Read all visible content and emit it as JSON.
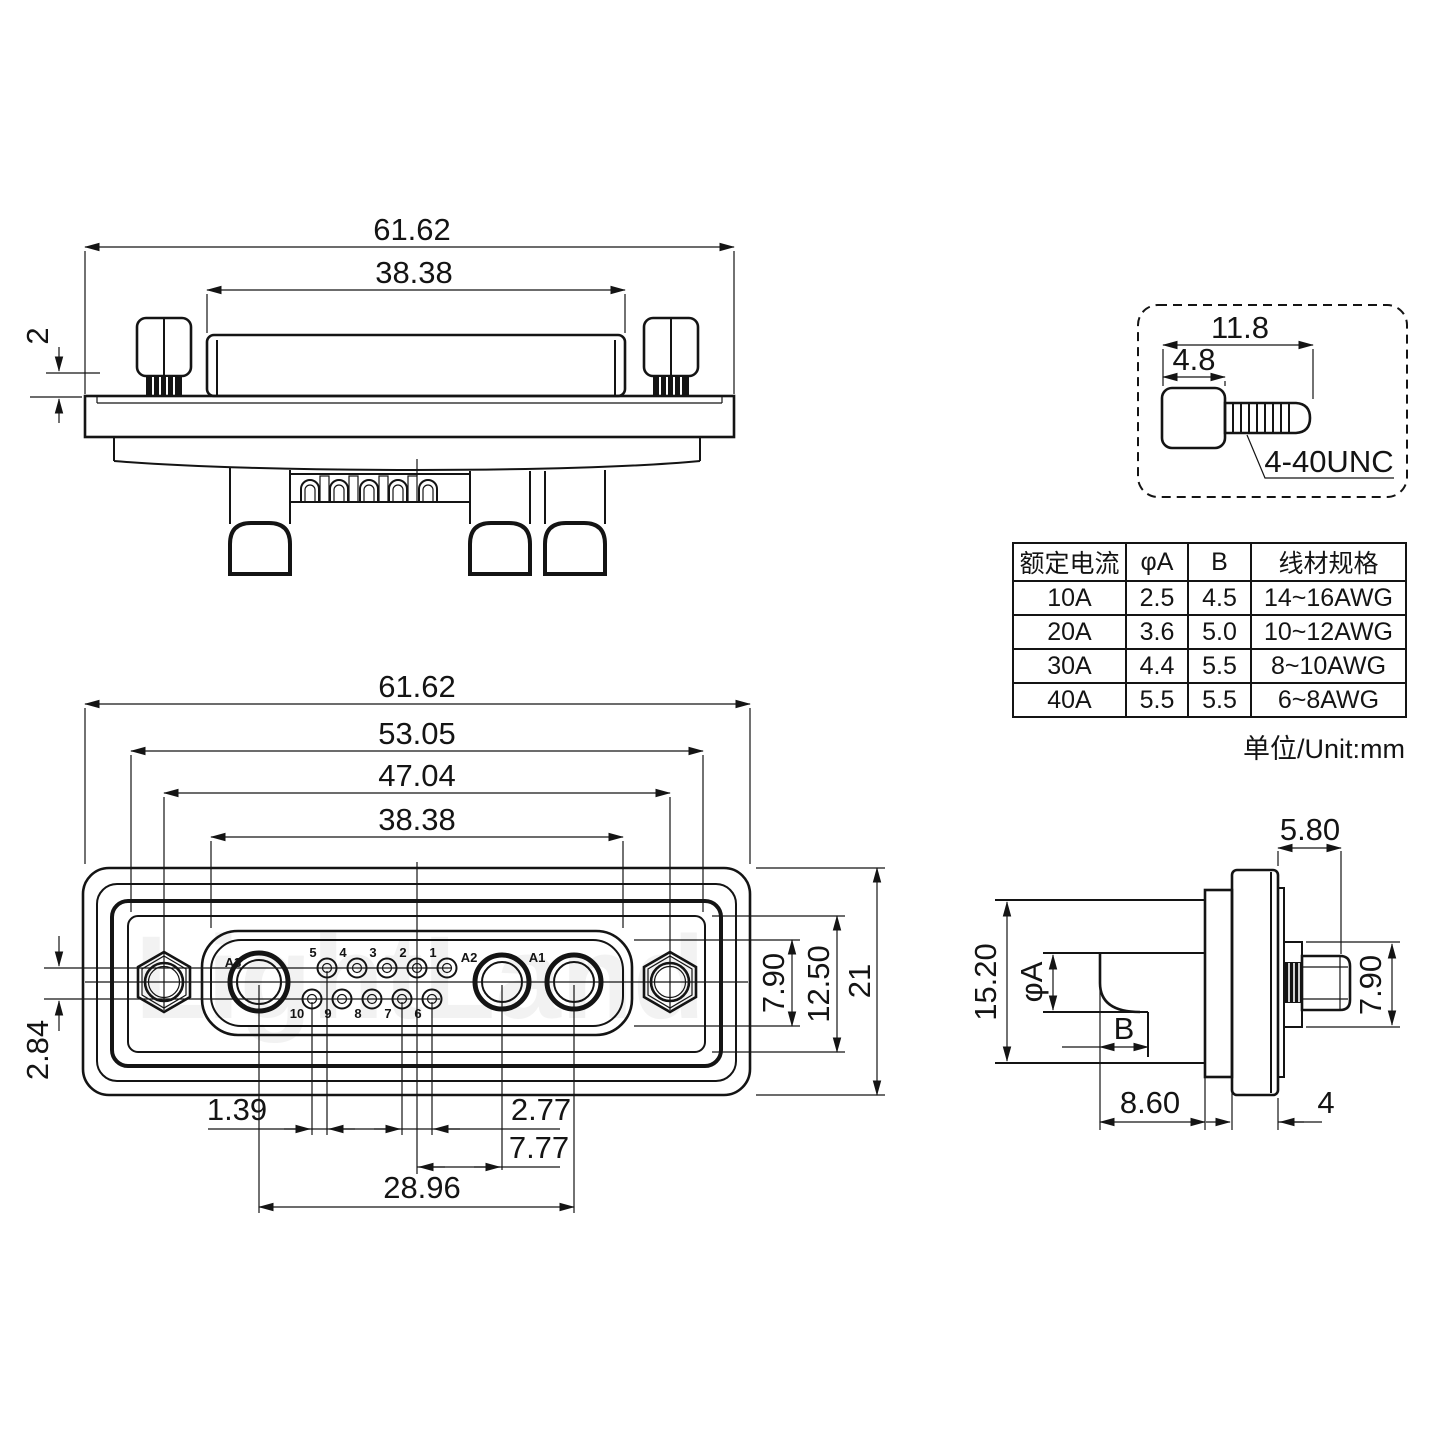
{
  "watermark": "LightLand",
  "top_view": {
    "dims": {
      "overall_width": "61.62",
      "shroud_width": "38.38",
      "standoff": "2"
    }
  },
  "screw_detail": {
    "dims": {
      "total_length": "11.8",
      "head_length": "4.8"
    },
    "thread_label": "4-40UNC"
  },
  "spec_table": {
    "headers": [
      "额定电流",
      "φA",
      "B",
      "线材规格"
    ],
    "rows": [
      [
        "10A",
        "2.5",
        "4.5",
        "14~16AWG"
      ],
      [
        "20A",
        "3.6",
        "5.0",
        "10~12AWG"
      ],
      [
        "30A",
        "4.4",
        "5.5",
        "8~10AWG"
      ],
      [
        "40A",
        "5.5",
        "5.5",
        "6~8AWG"
      ]
    ],
    "caption": "单位/Unit:mm"
  },
  "front_view": {
    "dims": {
      "overall_width": "61.62",
      "panel_width": "53.05",
      "screw_span": "47.04",
      "shroud_width": "38.38",
      "row_offset": "2.84",
      "stagger": "1.39",
      "pitch": "2.77",
      "coax_offset": "7.77",
      "coax_span": "28.96",
      "insert_height": "7.90",
      "panel_height": "12.50",
      "overall_height": "21"
    },
    "pins": {
      "coax": [
        "A3",
        "A2",
        "A1"
      ],
      "top_row": [
        "5",
        "4",
        "3",
        "2",
        "1"
      ],
      "bottom_row": [
        "10",
        "9",
        "8",
        "7",
        "6"
      ]
    }
  },
  "side_view": {
    "dims": {
      "head_protrusion": "5.80",
      "body_height": "15.20",
      "cup_diameter": "φA",
      "cup_depth": "B",
      "screw_height": "7.90",
      "cup_length": "8.60",
      "flange_thickness": "4"
    }
  }
}
